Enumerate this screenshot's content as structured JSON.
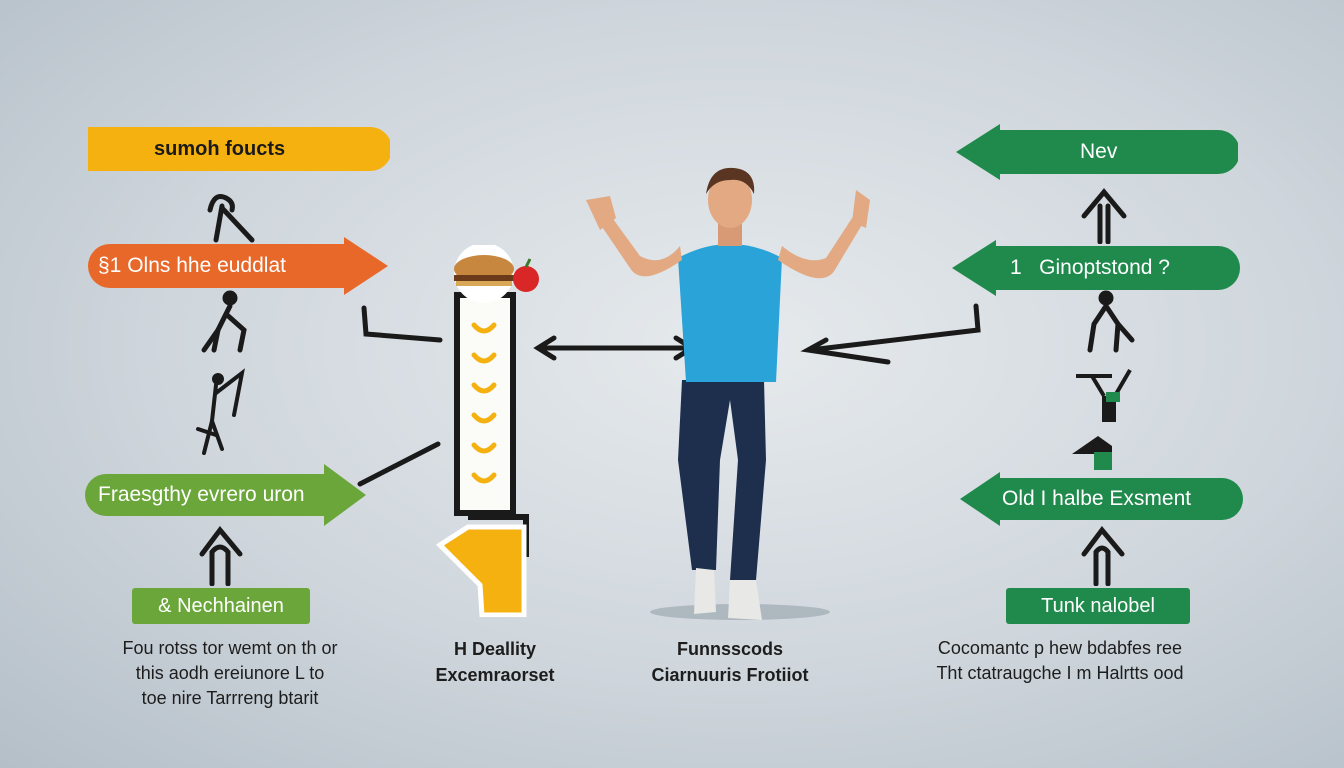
{
  "left": {
    "banners": [
      {
        "text": "sumoh foucts",
        "color": "#f4b10f",
        "text_color": "#1a1a1a"
      },
      {
        "text": "§1 Olns hhe euddlat",
        "color": "#e8682a",
        "text_color": "#ffffff"
      },
      {
        "text": "Fraesgthy evrero uron",
        "color": "#6aa63a",
        "text_color": "#ffffff"
      }
    ],
    "label": {
      "text": "& Nechhainen",
      "color": "#6aa63a"
    },
    "caption": [
      "Fou rotss tor wemt on th or",
      "this aodh ereiunore L to",
      "toe nire Tarrreng btarit"
    ]
  },
  "center": {
    "caption_left": [
      "H Deallity",
      "Excemraorset"
    ],
    "caption_right": [
      "Funnsscods",
      "Ciarnuuris Frotiiot"
    ]
  },
  "right": {
    "banners": [
      {
        "text": "Nev",
        "color": "#1f8a4c",
        "text_color": "#ffffff"
      },
      {
        "text": "1   Ginoptstond ?",
        "color": "#1f8a4c",
        "text_color": "#ffffff"
      },
      {
        "text": "Old I halbe Exsment",
        "color": "#1f8a4c",
        "text_color": "#ffffff"
      }
    ],
    "label": {
      "text": "Tunk nalobel",
      "color": "#1f8a4c"
    },
    "caption": [
      "Cocomantc p hew bdabfes ree",
      "Tht ctatraugche I m Halrtts ood"
    ]
  },
  "colors": {
    "shirt": "#2aa3d8",
    "jeans": "#1e2f4d",
    "skin": "#e2a982",
    "ink": "#1a1a1a",
    "yellow": "#f4b10f"
  }
}
